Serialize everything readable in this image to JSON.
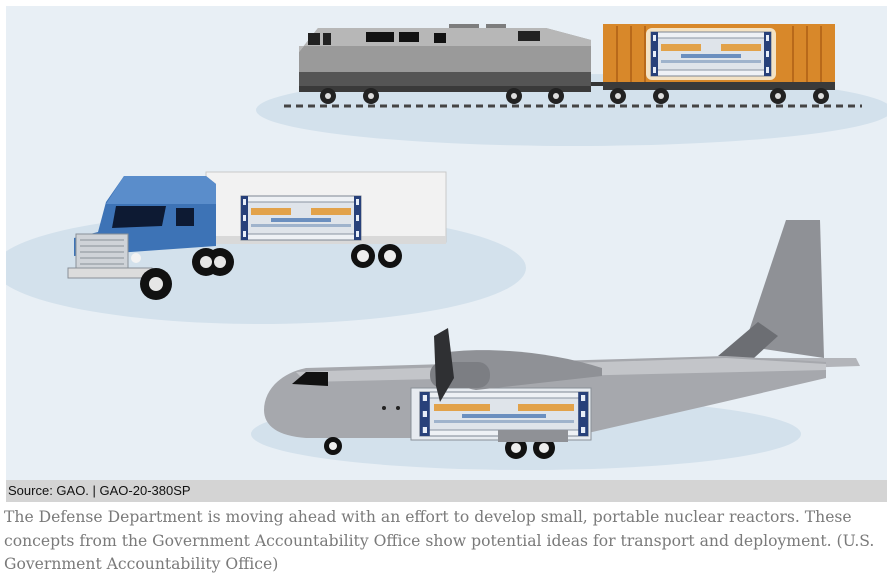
{
  "figure": {
    "vehicles": [
      "rail-car",
      "semi-truck",
      "cargo-aircraft"
    ],
    "colors": {
      "background": "#e8eff5",
      "platform": "#d3e1ec",
      "locomotive": "#9a9a9a",
      "boxcar": "#d8882a",
      "truck_cab": "#3d73b6",
      "aircraft": "#a6a8ad",
      "reactor_frame": "#28417a",
      "reactor_rod": "#e2a24a"
    }
  },
  "source": {
    "text": "Source: GAO.  |  GAO-20-380SP"
  },
  "caption": {
    "text": "The Defense Department is moving ahead with an effort to develop small, portable nuclear reactors. These concepts from the Government Accountability Office show potential ideas for transport and deployment. (U.S. Government Accountability Office)"
  }
}
